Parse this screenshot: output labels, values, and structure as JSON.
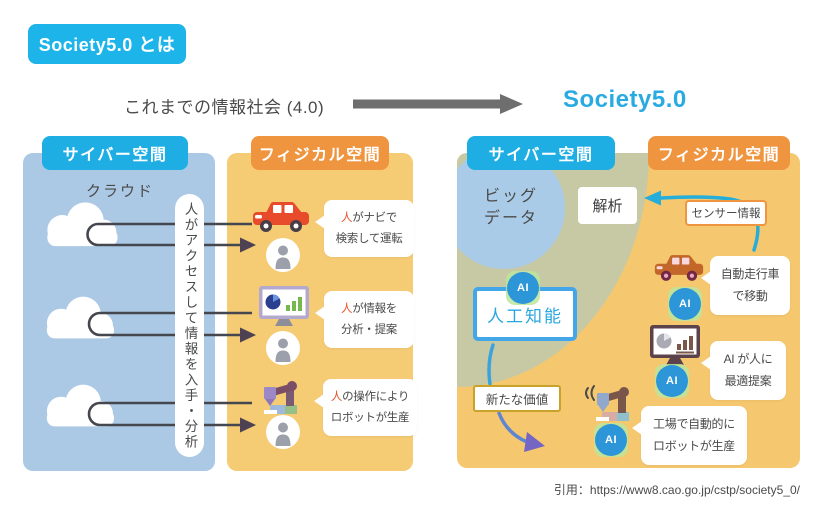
{
  "page": {
    "title_badge": "Society5.0 とは",
    "citation": "引用：https://www8.cao.go.jp/cstp/society5_0/"
  },
  "header": {
    "left_label": "これまでの情報社会 (4.0)",
    "right_label": "Society5.0"
  },
  "colors": {
    "accent_cyan": "#1faee4",
    "accent_orange": "#f0953f",
    "cyber_panel_blue": "#abc9e5",
    "physical_panel_yellow": "#f5c76e",
    "sage_green": "#c7c9a4",
    "ai_blue": "#2d96d8",
    "highlight_red": "#e8542c",
    "society_text_cyan": "#29abe2",
    "arrow_gray": "#6e6e6e"
  },
  "left_diagram": {
    "cyber_badge": "サイバー空間",
    "physical_badge": "フィジカル空間",
    "cloud_label": "クラウド",
    "pill_text": "人がアクセスして情報を入手・分析",
    "callouts": [
      {
        "hl": "人",
        "l1": "がナビで",
        "l2": "検索して運転"
      },
      {
        "hl": "人",
        "l1": "が情報を",
        "l2": "分析・提案"
      },
      {
        "hl": "人",
        "l1": "の操作により",
        "l2": "ロボットが生産"
      }
    ]
  },
  "right_diagram": {
    "cyber_badge": "サイバー空間",
    "physical_badge": "フィジカル空間",
    "bigdata_l1": "ビッグ",
    "bigdata_l2": "データ",
    "analysis_box": "解析",
    "sensor_box": "センサー情報",
    "ai_box": "人工知能",
    "ai_chip": "AI",
    "new_value_box": "新たな価値",
    "callouts": [
      {
        "l1": "自動走行車",
        "l2": "で移動"
      },
      {
        "l1": "AI が人に",
        "l2": "最適提案"
      },
      {
        "l1": "工場で自動的に",
        "l2": "ロボットが生産"
      }
    ]
  }
}
